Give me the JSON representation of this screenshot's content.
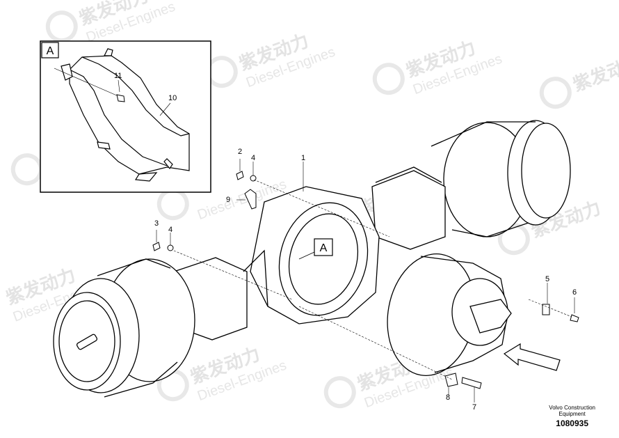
{
  "watermark": {
    "cn": "紫发动力",
    "en": "Diesel-Engines"
  },
  "detail_box": {
    "label": "A"
  },
  "view_marker": {
    "label": "A"
  },
  "callouts": {
    "c1": "1",
    "c2": "2",
    "c3": "3",
    "c4a": "4",
    "c4b": "4",
    "c5": "5",
    "c6": "6",
    "c7": "7",
    "c8": "8",
    "c9": "9",
    "c10": "10",
    "c11": "11"
  },
  "footer": {
    "brand_line1": "Volvo Construction",
    "brand_line2": "Equipment",
    "part_number": "1080935"
  }
}
